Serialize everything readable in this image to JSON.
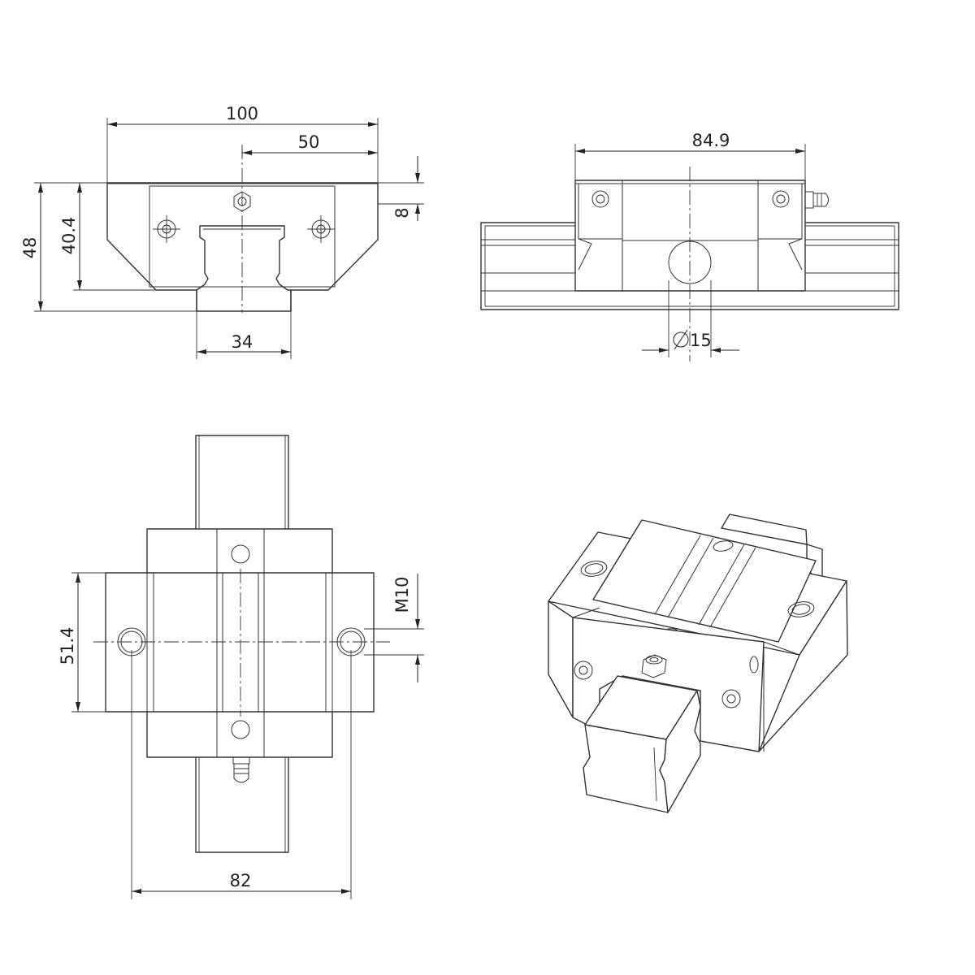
{
  "dimensions": {
    "front_width": "100",
    "front_half_width": "50",
    "front_height_total": "48",
    "front_height_block": "40.4",
    "front_top_offset": "8",
    "rail_width": "34",
    "side_length": "84.9",
    "side_hole_diameter": "15",
    "top_bolt_spacing_y": "51.4",
    "top_thread": "M10",
    "top_bolt_spacing_x": "82"
  },
  "colors": {
    "line": "#333333",
    "background": "#ffffff"
  }
}
